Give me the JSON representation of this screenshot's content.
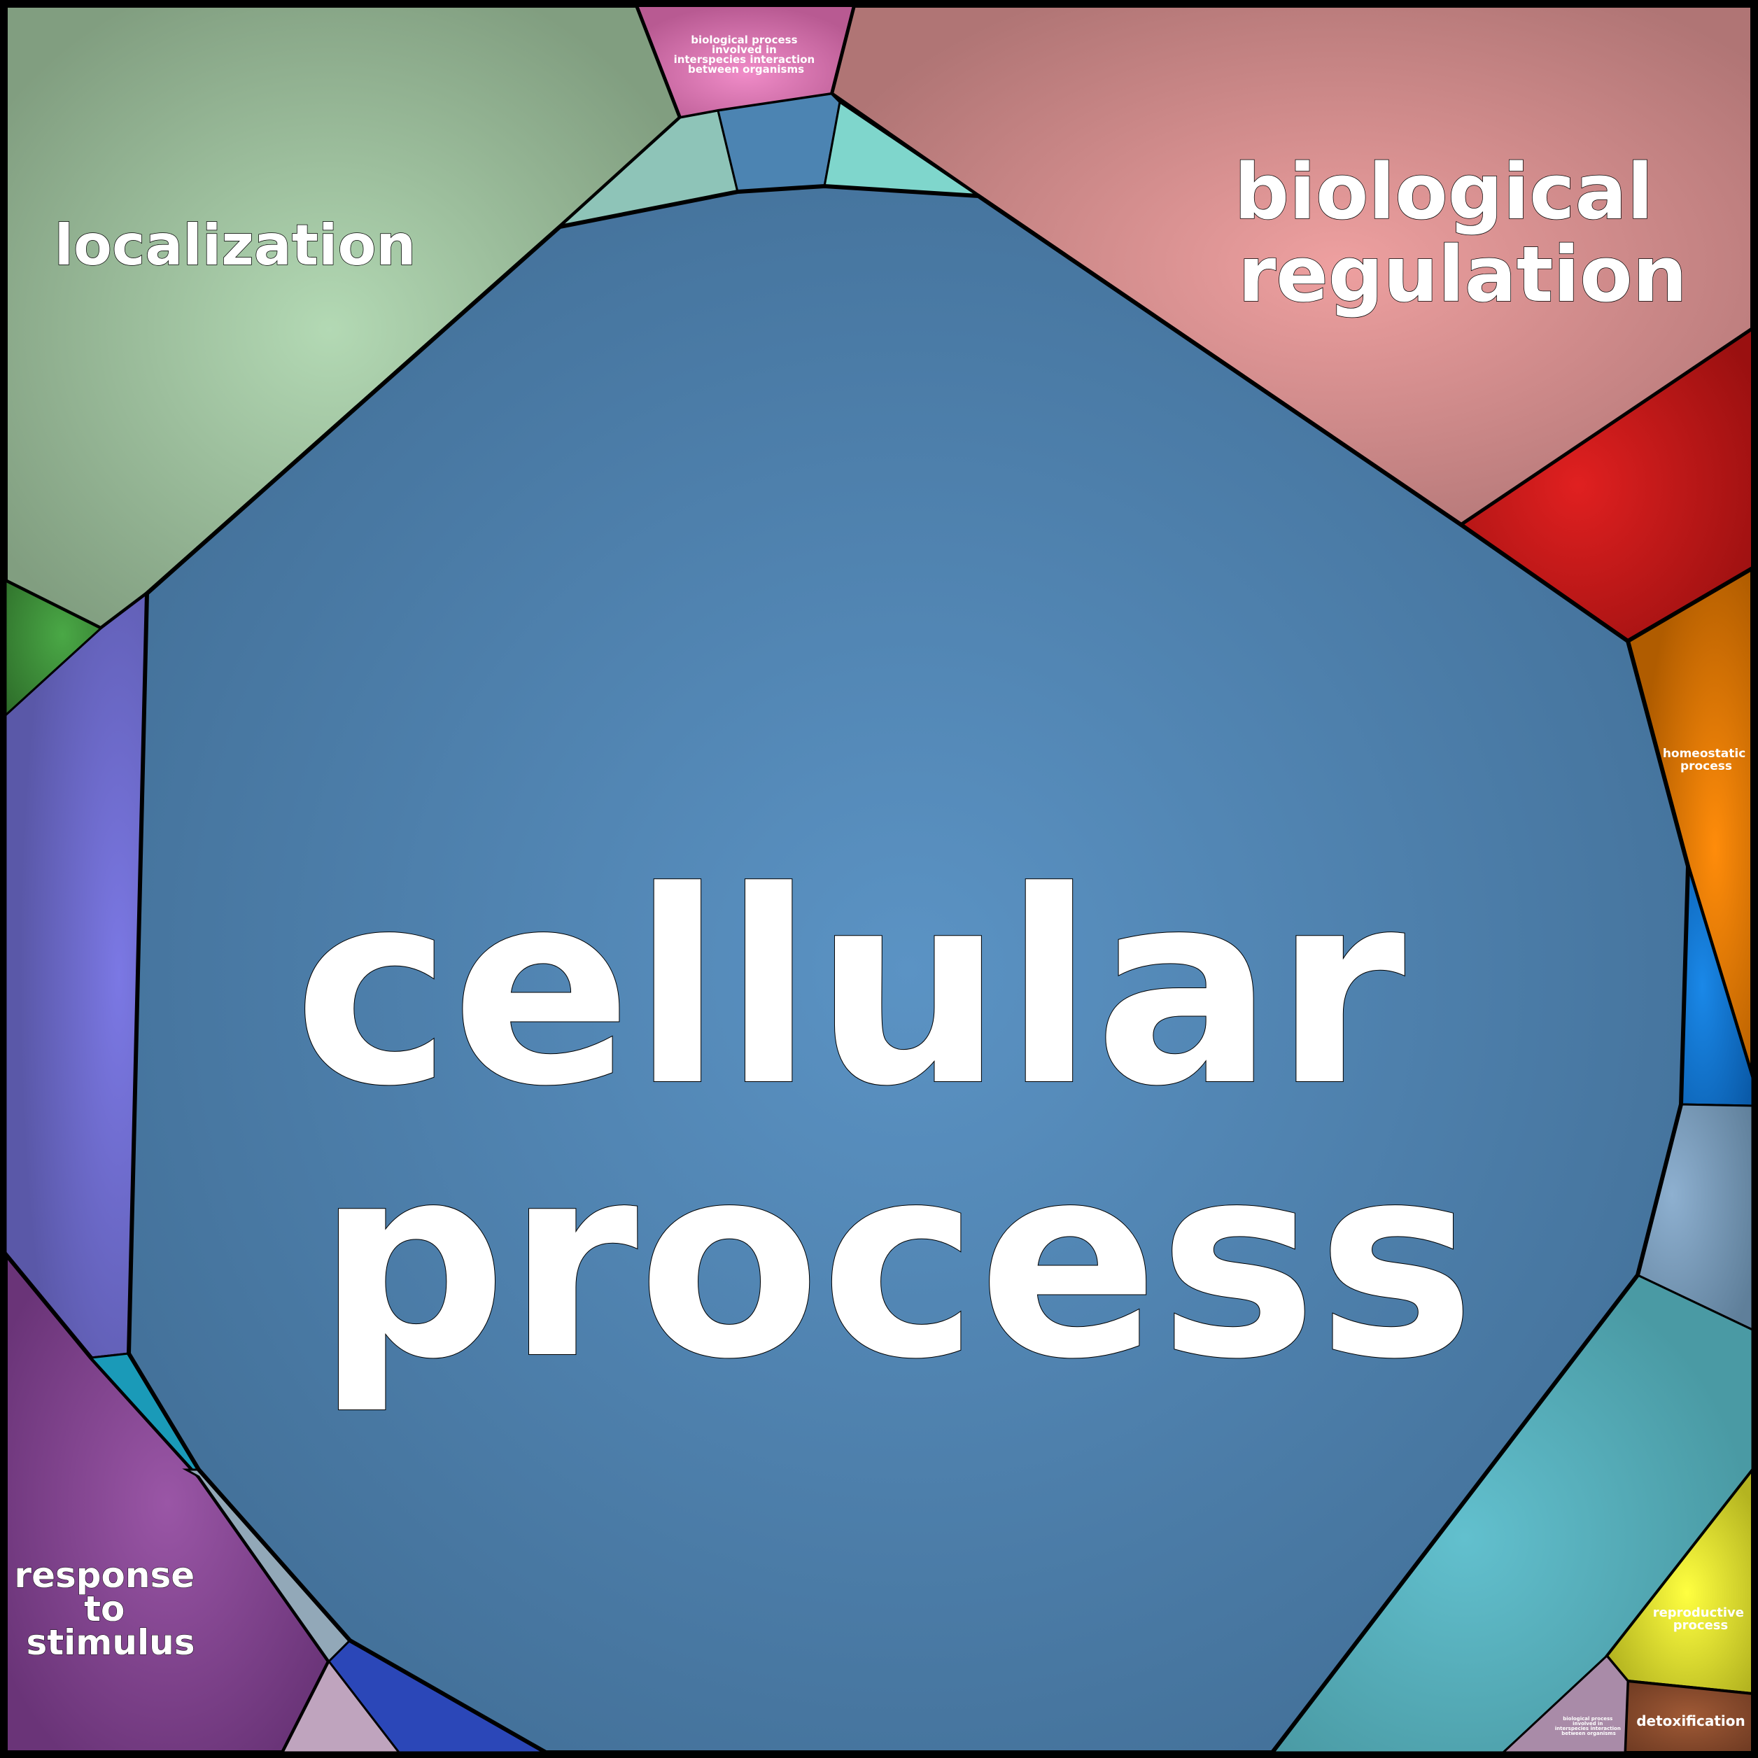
{
  "regions": {
    "cellular_process": {
      "lines": [
        "cellular",
        "process"
      ],
      "color": "#4f84b3"
    },
    "localization": {
      "lines": [
        "localization"
      ],
      "color": "#95b594"
    },
    "biological_regulation": {
      "lines": [
        "biological",
        "regulation"
      ],
      "color": "#d38c8c"
    },
    "interspecies": {
      "lines": [
        "biological process",
        "involved in",
        "interspecies interaction",
        "between organisms"
      ],
      "color": "#d66aa6"
    },
    "homeostatic_process": {
      "lines": [
        "homeostatic",
        "process"
      ],
      "color": "#e0780a"
    },
    "response_to_stimulus": {
      "lines": [
        "response",
        "to",
        "stimulus"
      ],
      "color": "#8a4a92"
    },
    "reproductive_process": {
      "lines": [
        "reproductive",
        "process"
      ],
      "color": "#e0e030"
    },
    "detoxification": {
      "lines": [
        "detoxification"
      ],
      "color": "#8a4b2e"
    },
    "interspecies_small": {
      "lines": [
        "biological process",
        "involved in",
        "interspecies interaction",
        "between organisms"
      ],
      "color": "#a98ba8"
    }
  },
  "unlabeled_cell_colors": {
    "upper_left_teal": "#8ec4b8",
    "top_blue": "#4c84b2",
    "top_right_teal": "#7fd6cc",
    "right_red": "#c51a1a",
    "left_green": "#3e8c3a",
    "left_violet": "#6e6bc8",
    "right_blue": "#0f72c8",
    "right_slate": "#7a9cbc",
    "bottom_right_teal": "#55acba",
    "bottom_left_cyan": "#1a9ab8",
    "bottom_left_grey": "#92a8b8",
    "bottom_navy": "#2b47b8",
    "bottom_mauve": "#bfa4be"
  }
}
